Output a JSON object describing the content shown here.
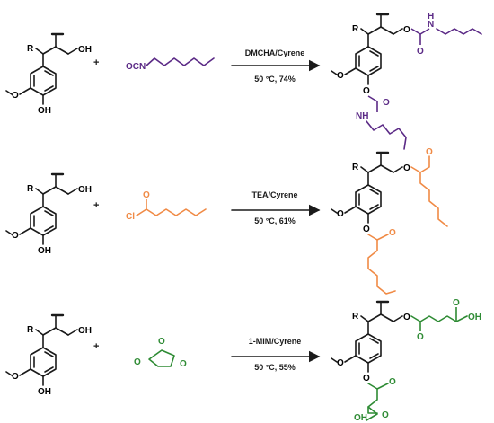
{
  "colors": {
    "bond": "#1a1a1a",
    "isocyanate": "#5b2a86",
    "acyl_chloride": "#f08a45",
    "succinic": "#2e8b34"
  },
  "common": {
    "plus": "+",
    "R": "R",
    "OH": "OH",
    "O": "O",
    "NH": "NH",
    "H": "H",
    "N": "N"
  },
  "reactions": [
    {
      "reagent_label": "OCN",
      "condition_1": "DMCHA/Cyrene",
      "condition_2": "50 °C, 74%"
    },
    {
      "reagent_label": "Cl",
      "condition_1": "TEA/Cyrene",
      "condition_2": "50 °C, 61%"
    },
    {
      "reagent_label": "",
      "condition_1": "1-MIM/Cyrene",
      "condition_2": "50 °C, 55%"
    }
  ]
}
